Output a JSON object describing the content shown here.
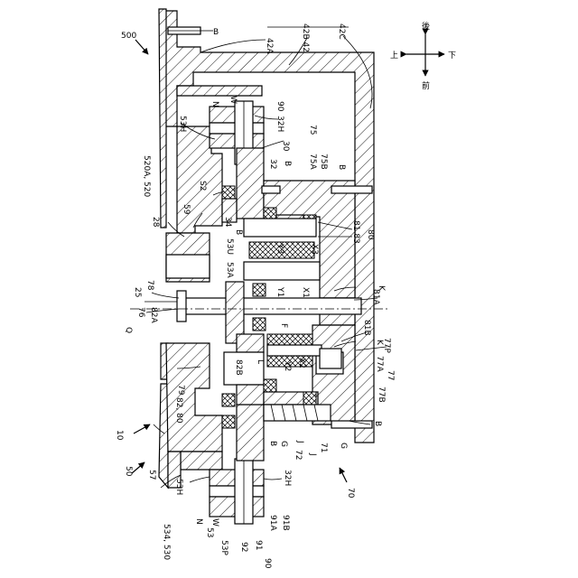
{
  "figure": {
    "direction_indicator": {
      "left": "上",
      "right": "下",
      "top": "後",
      "bottom": "前"
    },
    "labels": [
      {
        "id": "l500",
        "text": "500"
      },
      {
        "id": "lB_top",
        "text": "B"
      },
      {
        "id": "l42A",
        "text": "42A"
      },
      {
        "id": "l42B42",
        "text": "42B 42"
      },
      {
        "id": "l42C",
        "text": "42C"
      },
      {
        "id": "lN_top",
        "text": "N"
      },
      {
        "id": "lW_top",
        "text": "W"
      },
      {
        "id": "l90_top",
        "text": "90"
      },
      {
        "id": "l53H_top",
        "text": "53H"
      },
      {
        "id": "l32H_top",
        "text": "32H"
      },
      {
        "id": "l30",
        "text": "30"
      },
      {
        "id": "l75",
        "text": "75"
      },
      {
        "id": "l32",
        "text": "32"
      },
      {
        "id": "lB_32",
        "text": "B"
      },
      {
        "id": "l75A",
        "text": "75A"
      },
      {
        "id": "l75B",
        "text": "75B"
      },
      {
        "id": "lB_75",
        "text": "B"
      },
      {
        "id": "l520A520",
        "text": "520A, 520"
      },
      {
        "id": "lS2",
        "text": "S2"
      },
      {
        "id": "l59",
        "text": "59"
      },
      {
        "id": "l34",
        "text": "34"
      },
      {
        "id": "lB_34",
        "text": "B"
      },
      {
        "id": "l28",
        "text": "28"
      },
      {
        "id": "l53U",
        "text": "53U"
      },
      {
        "id": "lY3",
        "text": "Y3"
      },
      {
        "id": "lX3",
        "text": "X3"
      },
      {
        "id": "l81_83",
        "text": "81 83"
      },
      {
        "id": "l80_right",
        "text": "80"
      },
      {
        "id": "l53A",
        "text": "53A"
      },
      {
        "id": "l25",
        "text": "25"
      },
      {
        "id": "l78",
        "text": "78"
      },
      {
        "id": "lY1",
        "text": "Y1"
      },
      {
        "id": "lX1",
        "text": "X1"
      },
      {
        "id": "lK_top",
        "text": "K"
      },
      {
        "id": "l81A",
        "text": "81A"
      },
      {
        "id": "lQ",
        "text": "Q"
      },
      {
        "id": "l76",
        "text": "76"
      },
      {
        "id": "l82A",
        "text": "82A"
      },
      {
        "id": "lF",
        "text": "F"
      },
      {
        "id": "l81B",
        "text": "81B"
      },
      {
        "id": "lK_bottom",
        "text": "K"
      },
      {
        "id": "l82B",
        "text": "82B"
      },
      {
        "id": "lL",
        "text": "L"
      },
      {
        "id": "lY2",
        "text": "Y2"
      },
      {
        "id": "lX2",
        "text": "X2"
      },
      {
        "id": "l77P",
        "text": "77P"
      },
      {
        "id": "l77A",
        "text": "77A"
      },
      {
        "id": "l77",
        "text": "77"
      },
      {
        "id": "l79",
        "text": "79"
      },
      {
        "id": "l8280",
        "text": "82, 80"
      },
      {
        "id": "l77B",
        "text": "77B"
      },
      {
        "id": "lB_bottomright",
        "text": "B"
      },
      {
        "id": "l10",
        "text": "10"
      },
      {
        "id": "lB_bottom",
        "text": "B"
      },
      {
        "id": "lG_left",
        "text": "G"
      },
      {
        "id": "lJ_top",
        "text": "J"
      },
      {
        "id": "l72",
        "text": "72"
      },
      {
        "id": "l71",
        "text": "71"
      },
      {
        "id": "lG_right",
        "text": "G"
      },
      {
        "id": "lJ_bottom",
        "text": "J"
      },
      {
        "id": "l50",
        "text": "50"
      },
      {
        "id": "l57",
        "text": "57"
      },
      {
        "id": "l53H_bottom",
        "text": "53H"
      },
      {
        "id": "l32H_bottom",
        "text": "32H"
      },
      {
        "id": "l70",
        "text": "70"
      },
      {
        "id": "lN_bottom",
        "text": "N"
      },
      {
        "id": "l53",
        "text": "53"
      },
      {
        "id": "lW_bottom",
        "text": "W"
      },
      {
        "id": "l91A",
        "text": "91A"
      },
      {
        "id": "l91B",
        "text": "91B"
      },
      {
        "id": "l534530",
        "text": "534, 530"
      },
      {
        "id": "l53P",
        "text": "53P"
      },
      {
        "id": "l92",
        "text": "92"
      },
      {
        "id": "l91",
        "text": "91"
      },
      {
        "id": "l90_bottom",
        "text": "90"
      }
    ]
  }
}
